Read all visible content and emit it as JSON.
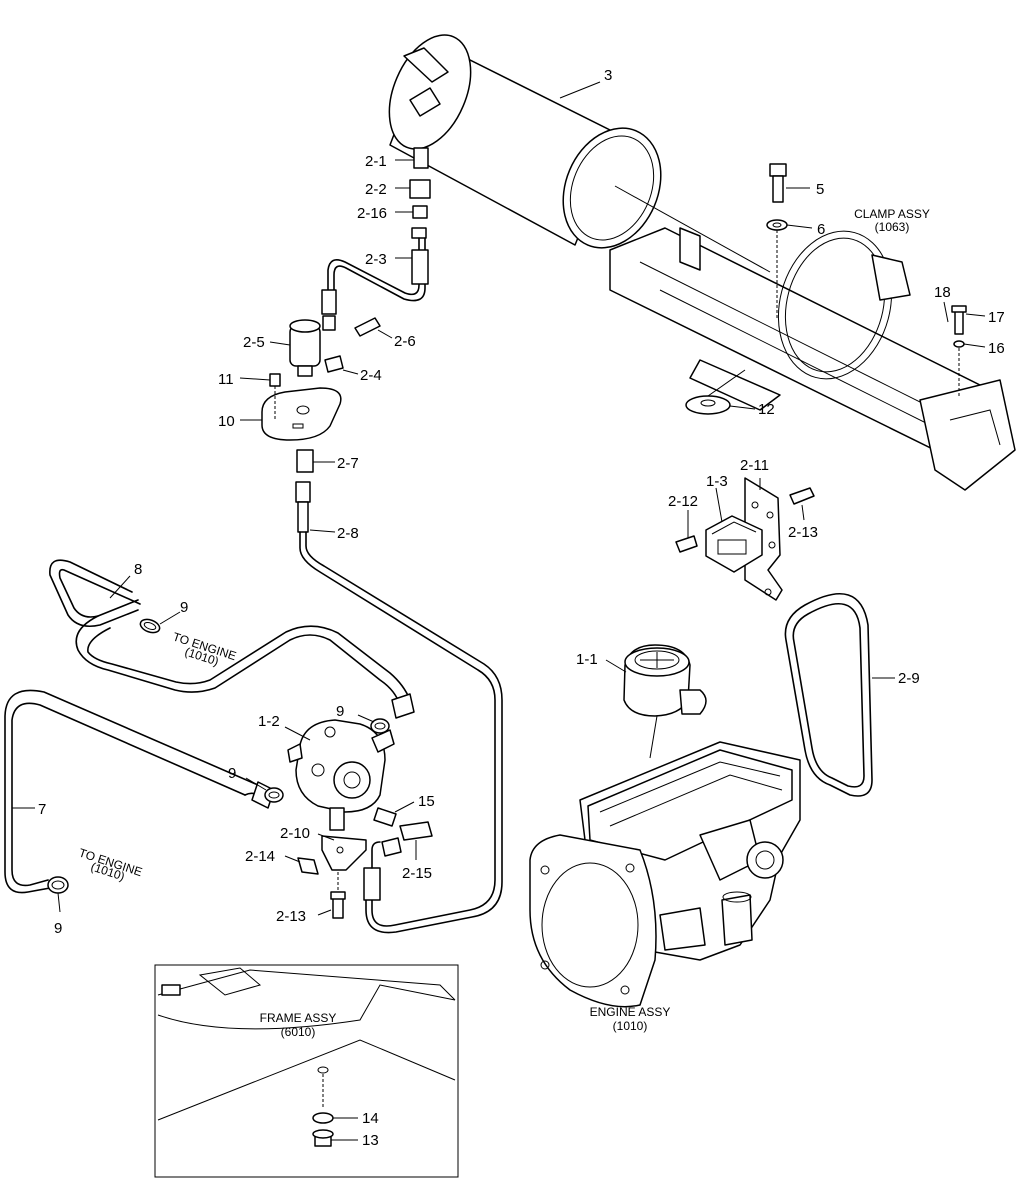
{
  "callouts": {
    "c3": "3",
    "c5": "5",
    "c6": "6",
    "c12": "12",
    "c16": "16",
    "c17": "17",
    "c18": "18",
    "c2_1": "2-1",
    "c2_2": "2-2",
    "c2_16": "2-16",
    "c2_3": "2-3",
    "c2_5": "2-5",
    "c2_6": "2-6",
    "c2_4": "2-4",
    "c11": "11",
    "c10": "10",
    "c2_7": "2-7",
    "c2_8": "2-8",
    "c2_11": "2-11",
    "c1_3": "1-3",
    "c2_12": "2-12",
    "c2_13a": "2-13",
    "c8": "8",
    "c9a": "9",
    "c1_1": "1-1",
    "c2_9": "2-9",
    "c1_2": "1-2",
    "c9b": "9",
    "c9c": "9",
    "c15": "15",
    "c7": "7",
    "c2_10": "2-10",
    "c2_14": "2-14",
    "c2_15": "2-15",
    "c2_13b": "2-13",
    "c9d": "9",
    "c14": "14",
    "c13": "13"
  },
  "assemblies": {
    "clamp_title": "CLAMP ASSY",
    "clamp_code": "(1063)",
    "to_engine_1_title": "TO ENGINE",
    "to_engine_1_code": "(1010)",
    "to_engine_2_title": "TO ENGINE",
    "to_engine_2_code": "(1010)",
    "frame_title": "FRAME ASSY",
    "frame_code": "(6010)",
    "engine_title": "ENGINE ASSY",
    "engine_code": "(1010)"
  },
  "colors": {
    "line": "#000000",
    "background": "#ffffff"
  }
}
